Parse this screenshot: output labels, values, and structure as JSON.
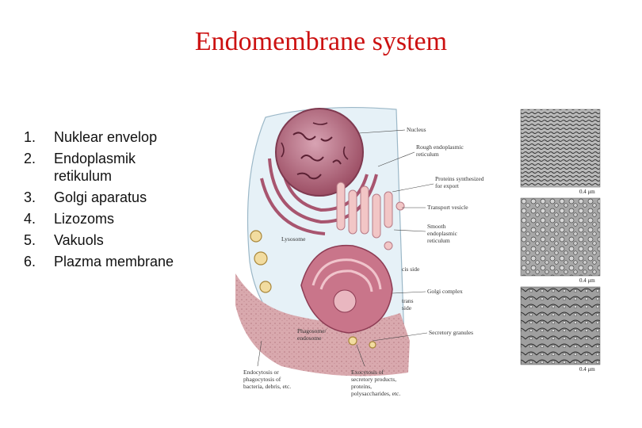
{
  "title": "Endomembrane system",
  "items": [
    {
      "num": "1.",
      "text": "Nuklear envelop"
    },
    {
      "num": "2.",
      "text": "Endoplasmik retikulum"
    },
    {
      "num": "3.",
      "text": "Golgi aparatus"
    },
    {
      "num": "4.",
      "text": "Lizozoms"
    },
    {
      "num": "5.",
      "text": "Vakuols"
    },
    {
      "num": "6.",
      "text": "Plazma membrane"
    }
  ],
  "figure": {
    "labels": {
      "nucleus": "Nucleus",
      "rough_er_1": "Rough endoplasmic",
      "rough_er_2": "reticulum",
      "proteins_1": "Proteins synthesized",
      "proteins_2": "for export",
      "transport": "Transport vesicle",
      "smooth_er_1": "Smooth",
      "smooth_er_2": "endoplasmic",
      "smooth_er_3": "reticulum",
      "lysosome": "Lysosome",
      "cis": "cis side",
      "golgi": "Golgi complex",
      "trans_1": "trans",
      "trans_2": "side",
      "phagosome_1": "Phagosome/",
      "phagosome_2": "endosome",
      "secretory": "Secretory granules",
      "endo_1": "Endocytosis or",
      "endo_2": "phagocytosis of",
      "endo_3": "bacteria, debris, etc.",
      "exo_1": "Exocytosis of",
      "exo_2": "secretory products,",
      "exo_3": "proteins,",
      "exo_4": "polysaccharides, etc."
    },
    "scale": "0.4 μm"
  }
}
